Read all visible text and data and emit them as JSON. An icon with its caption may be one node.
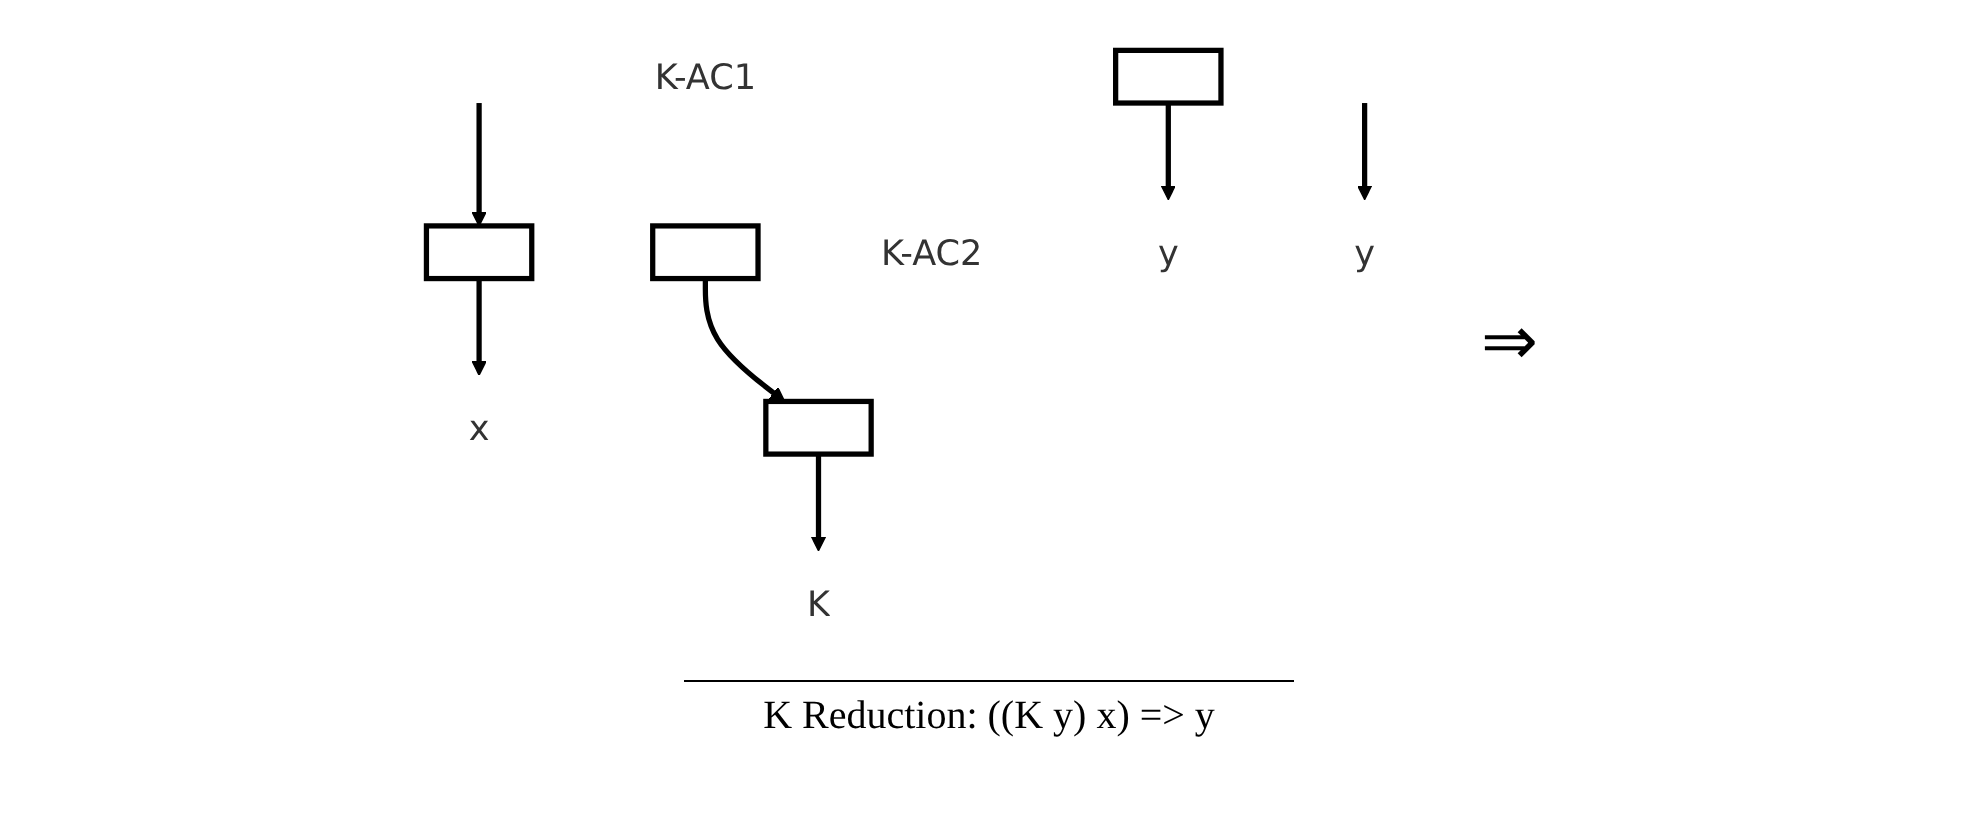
{
  "diagram": {
    "caption": "K Reduction: ((K y) x) => y",
    "nodes": [
      {
        "text": [],
        "shape": "box",
        "beside": [
          "K-AC1"
        ]
      },
      {
        "text": [],
        "shape": "box"
      },
      {
        "text": [
          "x"
        ]
      },
      {
        "text": [],
        "shape": "box",
        "beside": [
          "K-AC2"
        ]
      },
      {
        "text": [],
        "shape": "box"
      },
      {
        "text": [
          "K"
        ]
      },
      {
        "text": [
          "y"
        ]
      },
      {
        "text": [
          "y"
        ]
      }
    ],
    "edges": [
      {
        "from": null,
        "to": 1,
        "arrow": "to"
      },
      {
        "from": 0,
        "to": 3,
        "arrow": "to"
      },
      {
        "from": 1,
        "to": 2,
        "arrow": "to"
      },
      {
        "from": 3,
        "to": 5,
        "arrow": "to"
      },
      {
        "from": 4,
        "to": 6,
        "arrow": "to"
      },
      {
        "from": null,
        "to": 7,
        "arrow": "to"
      }
    ],
    "labels": [
      "⇒"
    ]
  }
}
